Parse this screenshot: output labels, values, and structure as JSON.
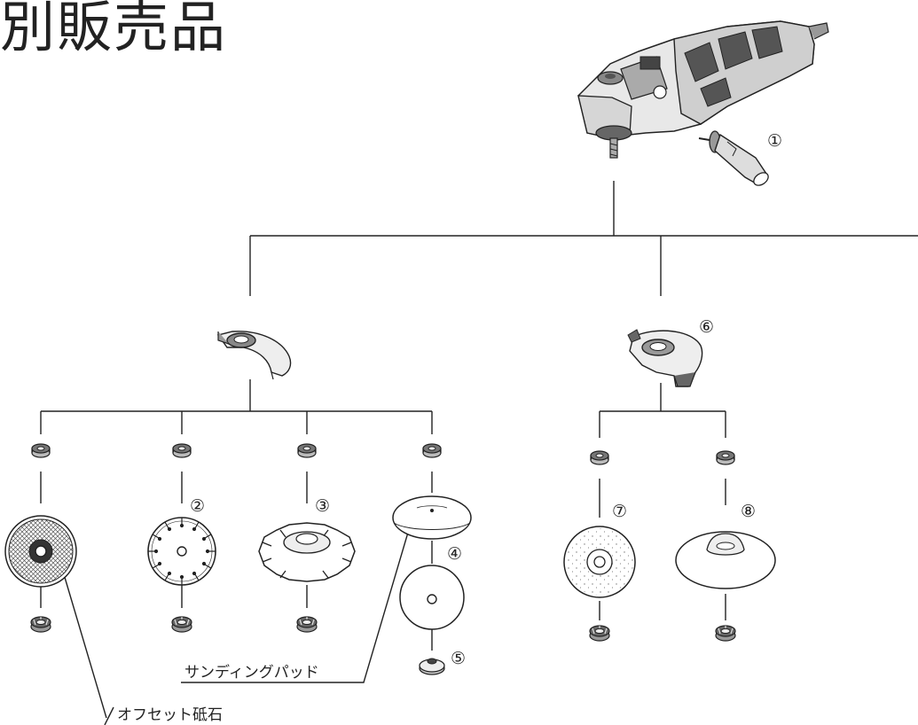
{
  "title": "別販売品",
  "numbers": {
    "n1": "①",
    "n2": "②",
    "n3": "③",
    "n4": "④",
    "n5": "⑤",
    "n6": "⑥",
    "n7": "⑦",
    "n8": "⑧"
  },
  "labels": {
    "sanding_pad": "サンディングパッド",
    "offset_wheel": "オフセット砥石"
  },
  "icons": [
    "angle-grinder-icon",
    "side-handle-icon",
    "wheel-guard-icon",
    "flange-icon",
    "lock-nut-icon",
    "offset-wheel-icon",
    "diamond-wheel-icon",
    "segment-wheel-icon",
    "sanding-pad-icon",
    "sanding-disc-icon",
    "pad-nut-icon",
    "cup-wheel-icon",
    "rubber-pad-icon"
  ]
}
